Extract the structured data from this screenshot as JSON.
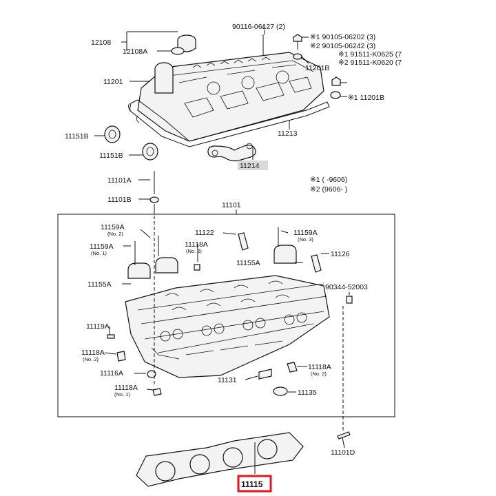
{
  "labels": {
    "p12108": "12108",
    "p12108A": "12108A",
    "p11201": "11201",
    "p11151B_1": "11151B",
    "p11151B_2": "11151B",
    "p11101A": "11101A",
    "p11101B": "11101B",
    "p90116": "90116-06127 (2)",
    "n1_90105": "※1 90105-06202 (3)",
    "n2_90105": "※2 90105-06242 (3)",
    "p11201B_1": "11201B",
    "n1_91511": "※1 91511-K0625 (7",
    "n2_91511": "※2 91511-K0620 (7",
    "p11201B_2": "※1 11201B",
    "p11213": "11213",
    "p11214": "11214",
    "note1": "※1 (         -9606)",
    "note2": "※2 (9606-          )",
    "p11101": "11101",
    "p11159A_top": "11159A",
    "no2_a": "(No. 2)",
    "p11159A_left": "11159A",
    "no1_a": "(No. 1)",
    "p11122": "11122",
    "p11159A_right": "11159A",
    "no3": "(No. 3)",
    "p11118A_mid": "11118A",
    "no2_b": "(No. 2)",
    "p11155A_right": "11155A",
    "p11126": "11126",
    "p11155A_left": "11155A",
    "p90344": "90344-52003",
    "p11119A": "11119A",
    "p11118A_left": "11118A",
    "no2_c": "(No. 2)",
    "p11116A": "11116A",
    "p11118A_bot": "11118A",
    "no1_b": "(No. 1)",
    "p11118A_r": "11118A",
    "no2_d": "(No. 2)",
    "p11131": "11131",
    "p11135": "11135",
    "p11101D": "11101D",
    "p11115": "11115"
  },
  "colors": {
    "highlight_box": "#e1151b",
    "label_highlight": "#d9d9d9"
  }
}
